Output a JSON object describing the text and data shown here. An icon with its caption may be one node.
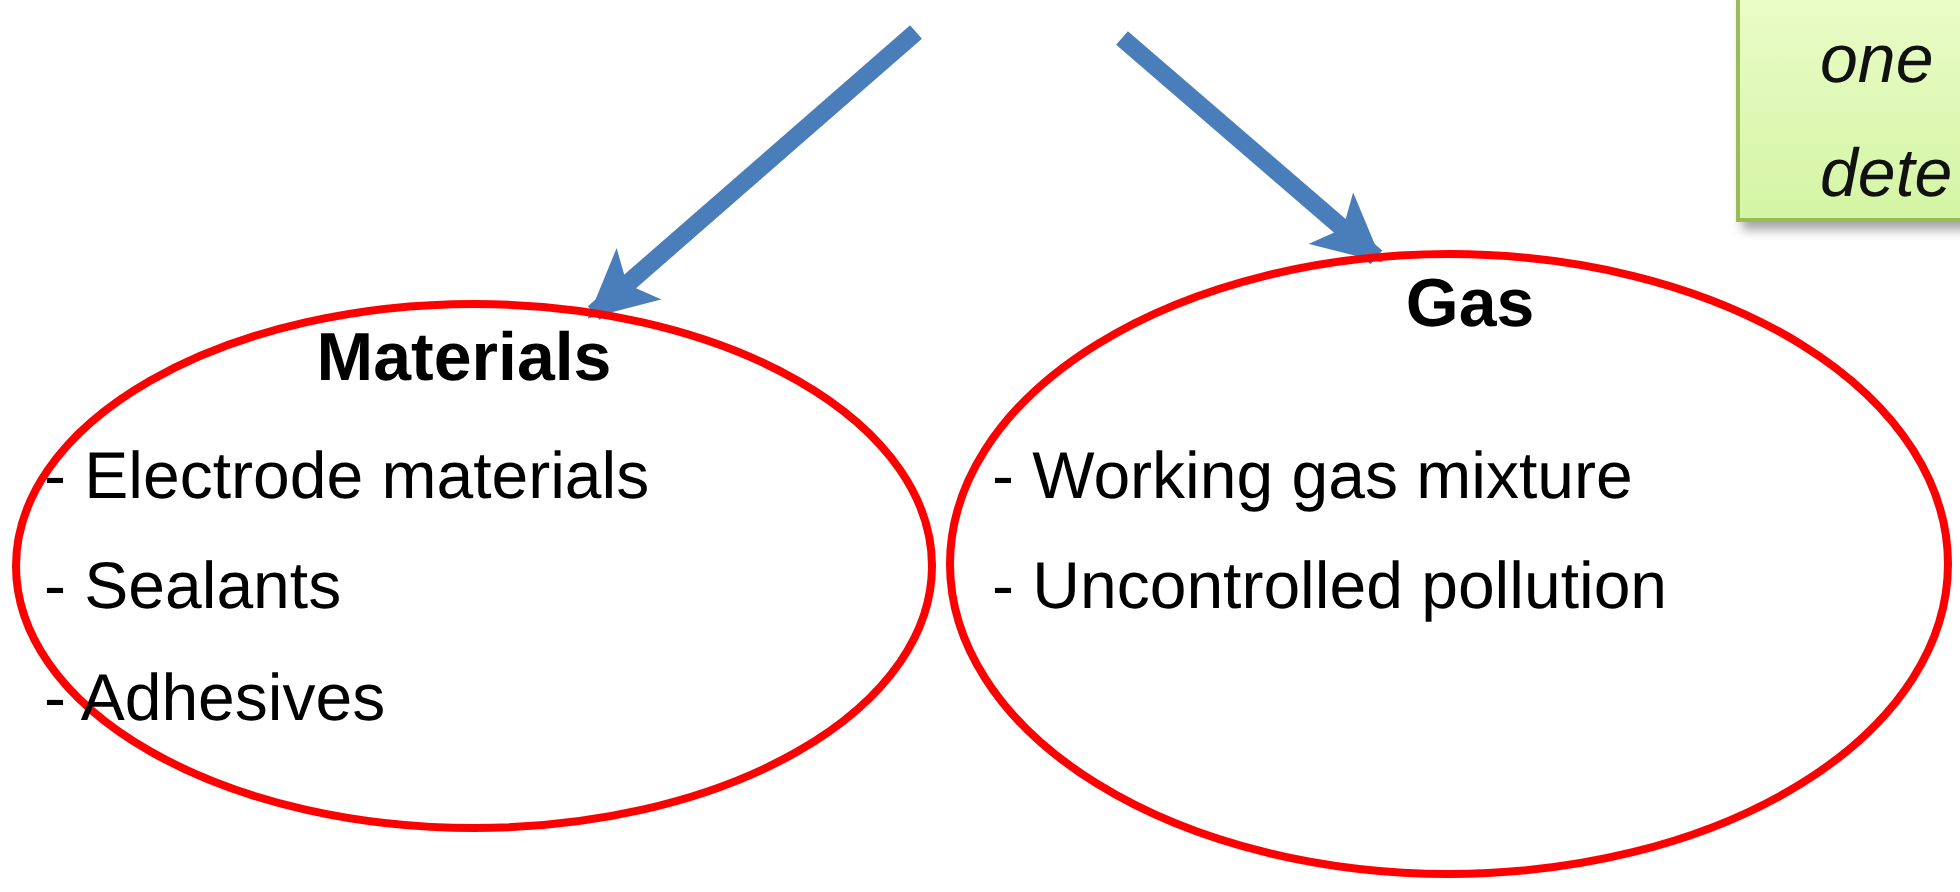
{
  "diagram": {
    "nodes": [
      {
        "text": [
          "one dete"
        ]
      },
      {
        "text": [
          "Materials",
          "- Electrode materials",
          "- Sealants",
          "- Adhesives"
        ]
      },
      {
        "text": [
          "Gas",
          "- Working gas mixture",
          "- Uncontrolled pollution"
        ]
      }
    ],
    "edges": [
      {
        "from": null,
        "to": 1,
        "arrow": "to"
      },
      {
        "from": null,
        "to": 2,
        "arrow": "to"
      }
    ]
  }
}
